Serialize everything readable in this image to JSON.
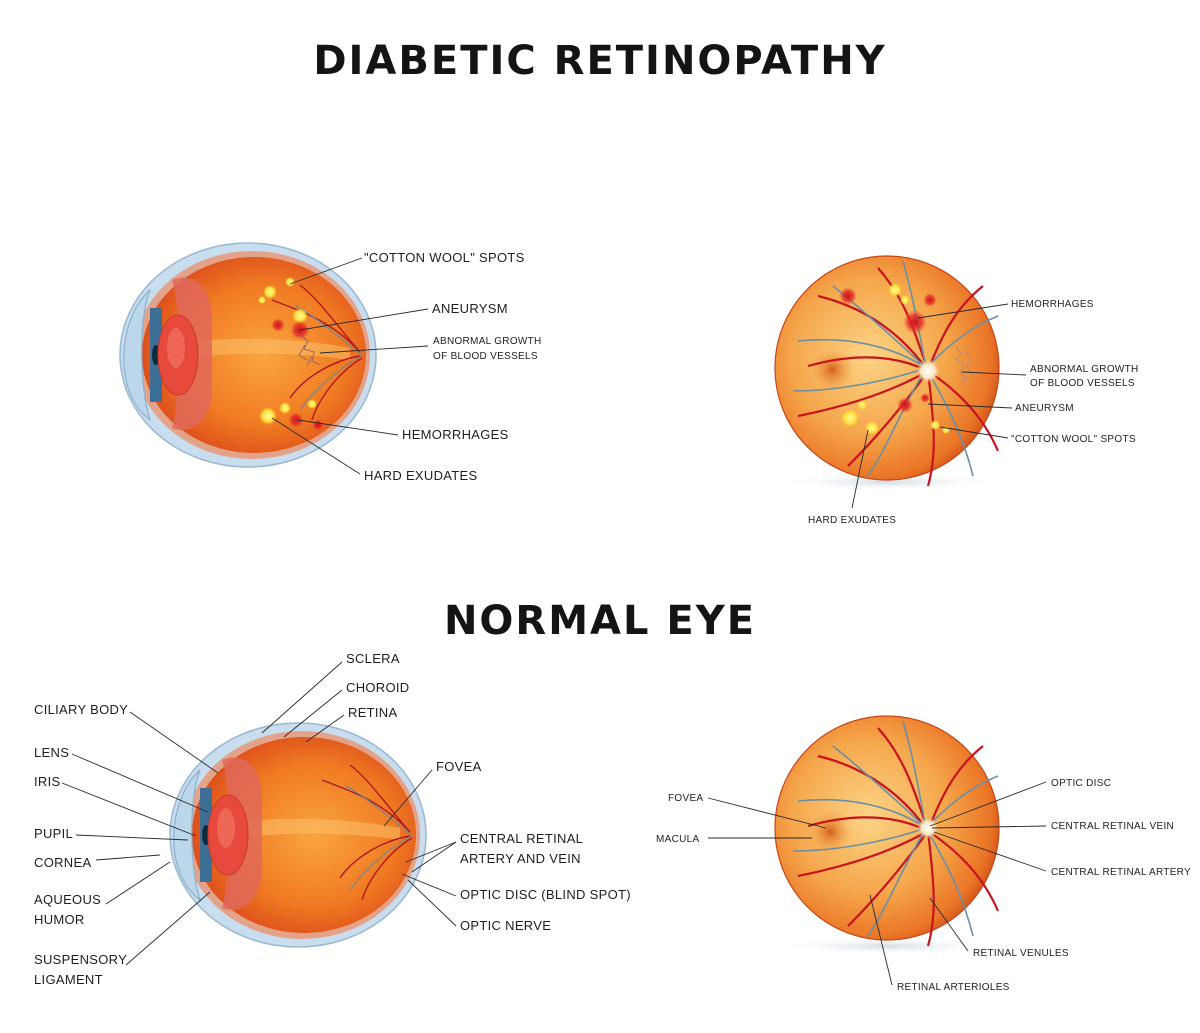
{
  "titles": {
    "top": "DIABETIC RETINOPATHY",
    "bottom": "NORMAL EYE"
  },
  "diabetic_side_labels": {
    "cotton_wool": "\"COTTON WOOL\" SPOTS",
    "aneurysm": "ANEURYSM",
    "abnormal_1": "ABNORMAL GROWTH",
    "abnormal_2": "OF BLOOD VESSELS",
    "hemorrhages": "HEMORRHAGES",
    "hard_exudates": "HARD EXUDATES"
  },
  "diabetic_fundus_labels": {
    "hemorrhages": "HEMORRHAGES",
    "abnormal_1": "ABNORMAL GROWTH",
    "abnormal_2": "OF BLOOD VESSELS",
    "aneurysm": "ANEURYSM",
    "cotton_wool": "\"COTTON WOOL\" SPOTS",
    "hard_exudates": "HARD EXUDATES"
  },
  "normal_side_labels": {
    "sclera": "SCLERA",
    "choroid": "CHOROID",
    "retina": "RETINA",
    "ciliary_body": "CILIARY BODY",
    "lens": "LENS",
    "iris": "IRIS",
    "pupil": "PUPIL",
    "cornea": "CORNEA",
    "aqueous_1": "AQUEOUS",
    "aqueous_2": "HUMOR",
    "suspensory_1": "SUSPENSORY",
    "suspensory_2": "LIGAMENT",
    "fovea": "FOVEA",
    "central_retinal_1": "CENTRAL RETINAL",
    "central_retinal_2": "ARTERY AND VEIN",
    "optic_disc": "OPTIC DISC (BLIND SPOT)",
    "optic_nerve": "OPTIC NERVE"
  },
  "normal_fundus_labels": {
    "fovea": "FOVEA",
    "macula": "MACULA",
    "optic_disc": "OPTIC DISC",
    "central_retinal_vein": "CENTRAL RETINAL VEIN",
    "central_retinal_artery": "CENTRAL RETINAL ARTERY",
    "retinal_venules": "RETINAL VENULES",
    "retinal_arterioles": "RETINAL ARTERIOLES"
  },
  "colors": {
    "retina_orange": "#f08a2c",
    "artery_red": "#c8141e",
    "vein_blue": "#6b8fa6",
    "exudate_yellow": "#ffe640",
    "sclera_blue": "#a9c8e0"
  }
}
